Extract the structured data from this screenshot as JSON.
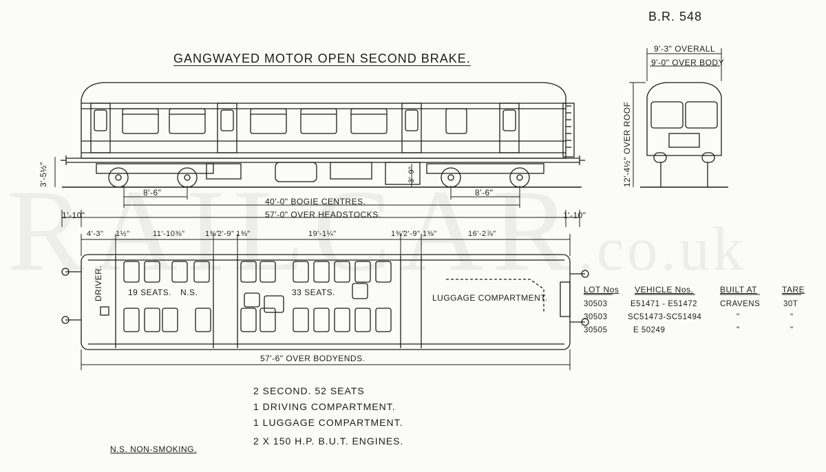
{
  "drawing": {
    "code": "B.R. 548",
    "title": "GANGWAYED MOTOR OPEN SECOND BRAKE.",
    "watermark": {
      "main": "RAILCAR",
      "tail": ".co.uk"
    },
    "side_view": {
      "height_rail": "3'-5½\"",
      "bogie_offset_left": "8'-6\"",
      "bogie_offset_right": "8'-6\"",
      "bogie_centres": "40'-0\" BOGIE CENTRES.",
      "over_headstocks": "57'-0\" OVER HEADSTOCKS.",
      "end_left": "1'-10\"",
      "end_right": "1'-10\"",
      "step_height": "3'-9\""
    },
    "end_view": {
      "overall": "9'-3\" OVERALL",
      "over_body": "9'-0\" OVER BODY",
      "over_roof": "12'-4½\" OVER ROOF"
    },
    "plan_view": {
      "dims": [
        "4'-3\"",
        "1½\"",
        "11'-10⅜\"",
        "1⅜\"",
        "2'-9\"",
        "1⅜\"",
        "19'-1¼\"",
        "1⅜\"",
        "2'-9\"",
        "1⅜\"",
        "16'-2⅞\""
      ],
      "driver": "DRIVER.",
      "seats_left": "19 SEATS.",
      "ns": "N.S.",
      "seats_right": "33 SEATS.",
      "luggage": "LUGGAGE COMPARTMENT.",
      "over_bodyends": "57'-6\" OVER BODYENDS."
    },
    "lot_table": {
      "headers": [
        "LOT Nos",
        "VEHICLE Nos.",
        "BUILT AT",
        "TARE"
      ],
      "rows": [
        [
          "30503",
          "E51471 - E51472",
          "CRAVENS",
          "30T"
        ],
        [
          "30503",
          "SC51473-SC51494",
          "\"",
          "\""
        ],
        [
          "30505",
          "E 50249",
          "\"",
          "\""
        ]
      ]
    },
    "accommodation": [
      "2  SECOND.  52 SEATS",
      "1  DRIVING  COMPARTMENT.",
      "1  LUGGAGE  COMPARTMENT.",
      "2 X 150 H.P.  B.U.T.  ENGINES."
    ],
    "footnote": "N.S. NON-SMOKING."
  },
  "colors": {
    "ink": "#1b1b1b",
    "paper": "#fbfbf9"
  }
}
